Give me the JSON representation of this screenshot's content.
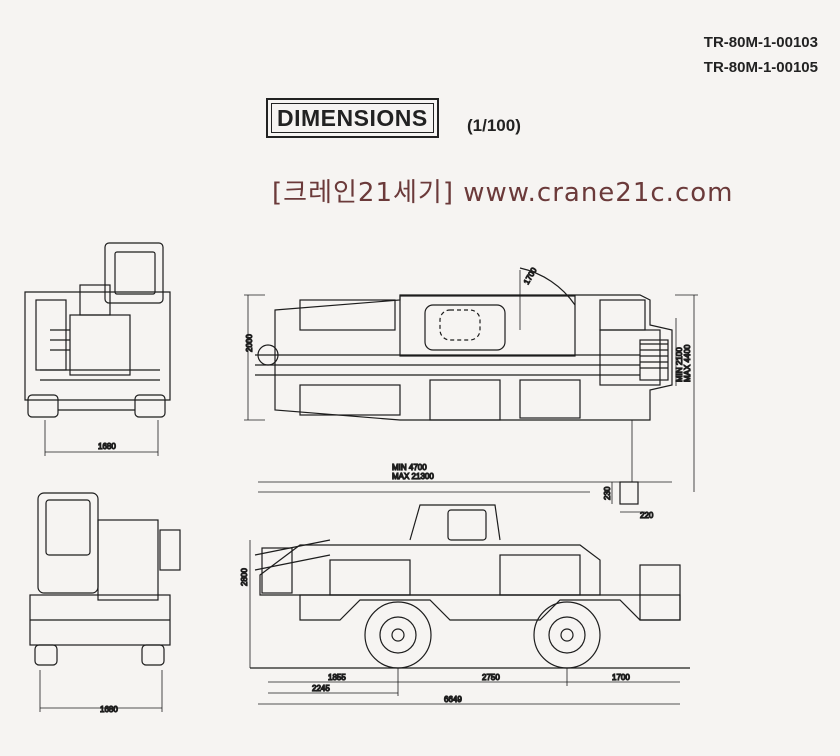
{
  "header": {
    "model_codes": [
      "TR-80M-1-00103",
      "TR-80M-1-00105"
    ],
    "title": "DIMENSIONS",
    "scale": "(1/100)",
    "website": "[크레인21세기] www.crane21c.com"
  },
  "dimensions": {
    "front_width": "1680",
    "rear_width": "1680",
    "top_height": "2000",
    "swing_radius": "1700",
    "max_turning": "MAX 4400",
    "min_turning": "MIN 2100",
    "min_length": "MIN 4700",
    "max_length": "MAX 21300",
    "outrigger_h": "230",
    "outrigger_w": "220",
    "overall_height": "2800",
    "front_overhang": "1855",
    "wheelbase": "2750",
    "rear_overhang": "1700",
    "boom_front": "2245",
    "overall_length": "6649"
  }
}
